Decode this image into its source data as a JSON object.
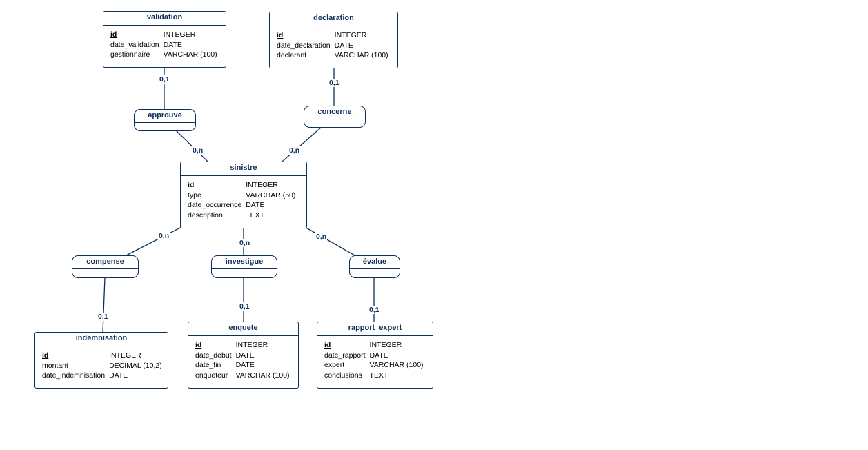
{
  "entities": {
    "validation": {
      "name": "validation",
      "attributes": [
        {
          "name": "id",
          "type": "INTEGER",
          "pk": true
        },
        {
          "name": "date_validation",
          "type": "DATE"
        },
        {
          "name": "gestionnaire",
          "type": "VARCHAR (100)"
        }
      ]
    },
    "declaration": {
      "name": "declaration",
      "attributes": [
        {
          "name": "id",
          "type": "INTEGER",
          "pk": true
        },
        {
          "name": "date_declaration",
          "type": "DATE"
        },
        {
          "name": "declarant",
          "type": "VARCHAR (100)"
        }
      ]
    },
    "sinistre": {
      "name": "sinistre",
      "attributes": [
        {
          "name": "id",
          "type": "INTEGER",
          "pk": true
        },
        {
          "name": "type",
          "type": "VARCHAR (50)"
        },
        {
          "name": "date_occurrence",
          "type": "DATE"
        },
        {
          "name": "description",
          "type": "TEXT"
        }
      ]
    },
    "indemnisation": {
      "name": "indemnisation",
      "attributes": [
        {
          "name": "id",
          "type": "INTEGER",
          "pk": true
        },
        {
          "name": "montant",
          "type": "DECIMAL (10,2)"
        },
        {
          "name": "date_indemnisation",
          "type": "DATE"
        }
      ]
    },
    "enquete": {
      "name": "enquete",
      "attributes": [
        {
          "name": "id",
          "type": "INTEGER",
          "pk": true
        },
        {
          "name": "date_debut",
          "type": "DATE"
        },
        {
          "name": "date_fin",
          "type": "DATE"
        },
        {
          "name": "enqueteur",
          "type": "VARCHAR (100)"
        }
      ]
    },
    "rapport_expert": {
      "name": "rapport_expert",
      "attributes": [
        {
          "name": "id",
          "type": "INTEGER",
          "pk": true
        },
        {
          "name": "date_rapport",
          "type": "DATE"
        },
        {
          "name": "expert",
          "type": "VARCHAR (100)"
        },
        {
          "name": "conclusions",
          "type": "TEXT"
        }
      ]
    }
  },
  "associations": {
    "approuve": "approuve",
    "concerne": "concerne",
    "compense": "compense",
    "investigue": "investigue",
    "evalue": "évalue"
  },
  "cardinalities": {
    "validation_approuve": "0,1",
    "approuve_sinistre": "0,n",
    "declaration_concerne": "0,1",
    "concerne_sinistre": "0,n",
    "sinistre_compense": "0,n",
    "sinistre_investigue": "0,n",
    "sinistre_evalue": "0,n",
    "compense_indemnisation": "0,1",
    "investigue_enquete": "0,1",
    "evalue_rapport": "0,1"
  }
}
